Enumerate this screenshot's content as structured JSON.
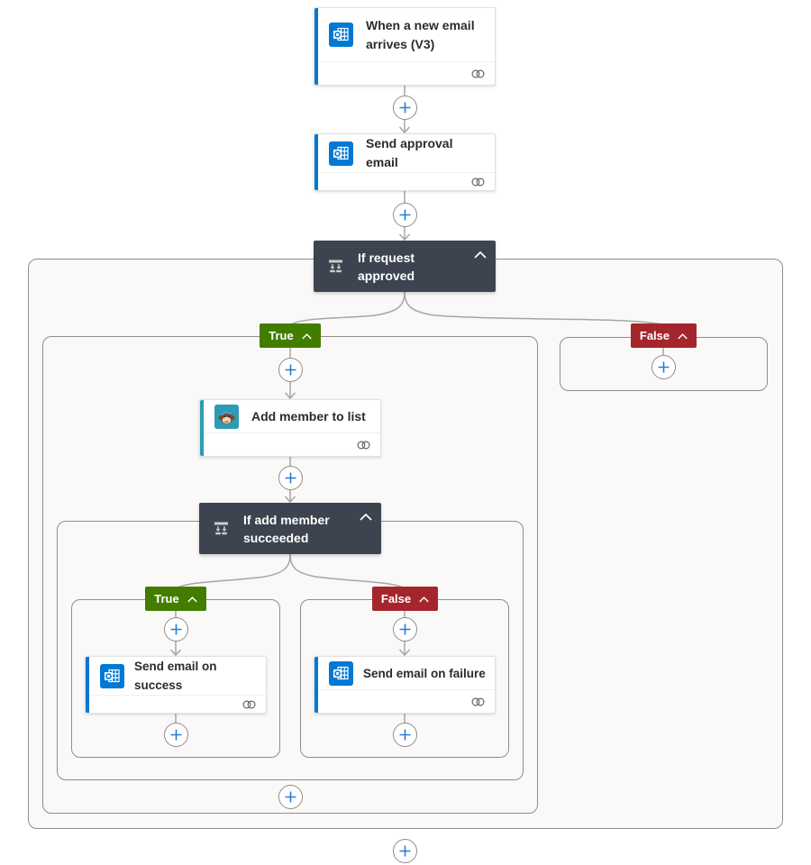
{
  "app": "Power Automate flow designer",
  "nodes": {
    "trigger": {
      "title": "When a new email arrives (V3)",
      "icon": "outlook-icon",
      "accent": "#0078d4"
    },
    "send_approval": {
      "title": "Send approval email",
      "icon": "outlook-icon",
      "accent": "#0078d4"
    },
    "if_request_approved": {
      "title": "If request approved",
      "icon": "condition-branch-icon"
    },
    "add_member": {
      "title": "Add member to list",
      "icon": "mailchimp-icon",
      "accent": "#2e9bb5"
    },
    "if_add_member_succeeded": {
      "title": "If add member succeeded",
      "icon": "condition-branch-icon"
    },
    "send_email_on_success": {
      "title": "Send email on success",
      "icon": "outlook-icon",
      "accent": "#0078d4"
    },
    "send_email_on_failure": {
      "title": "Send email on failure",
      "icon": "outlook-icon",
      "accent": "#0078d4"
    }
  },
  "branches": {
    "true_label": "True",
    "false_label": "False"
  },
  "colors": {
    "outlook_accent": "#0078d4",
    "mailchimp_accent": "#2e9bb5",
    "condition_bg": "#3d4450",
    "true_badge": "#427d00",
    "false_badge": "#a4262c",
    "plus_blue": "#2b7cd3",
    "connector_gray": "#a8a6a4",
    "container_bg": "#faf9f8",
    "container_border": "#908e8c"
  }
}
